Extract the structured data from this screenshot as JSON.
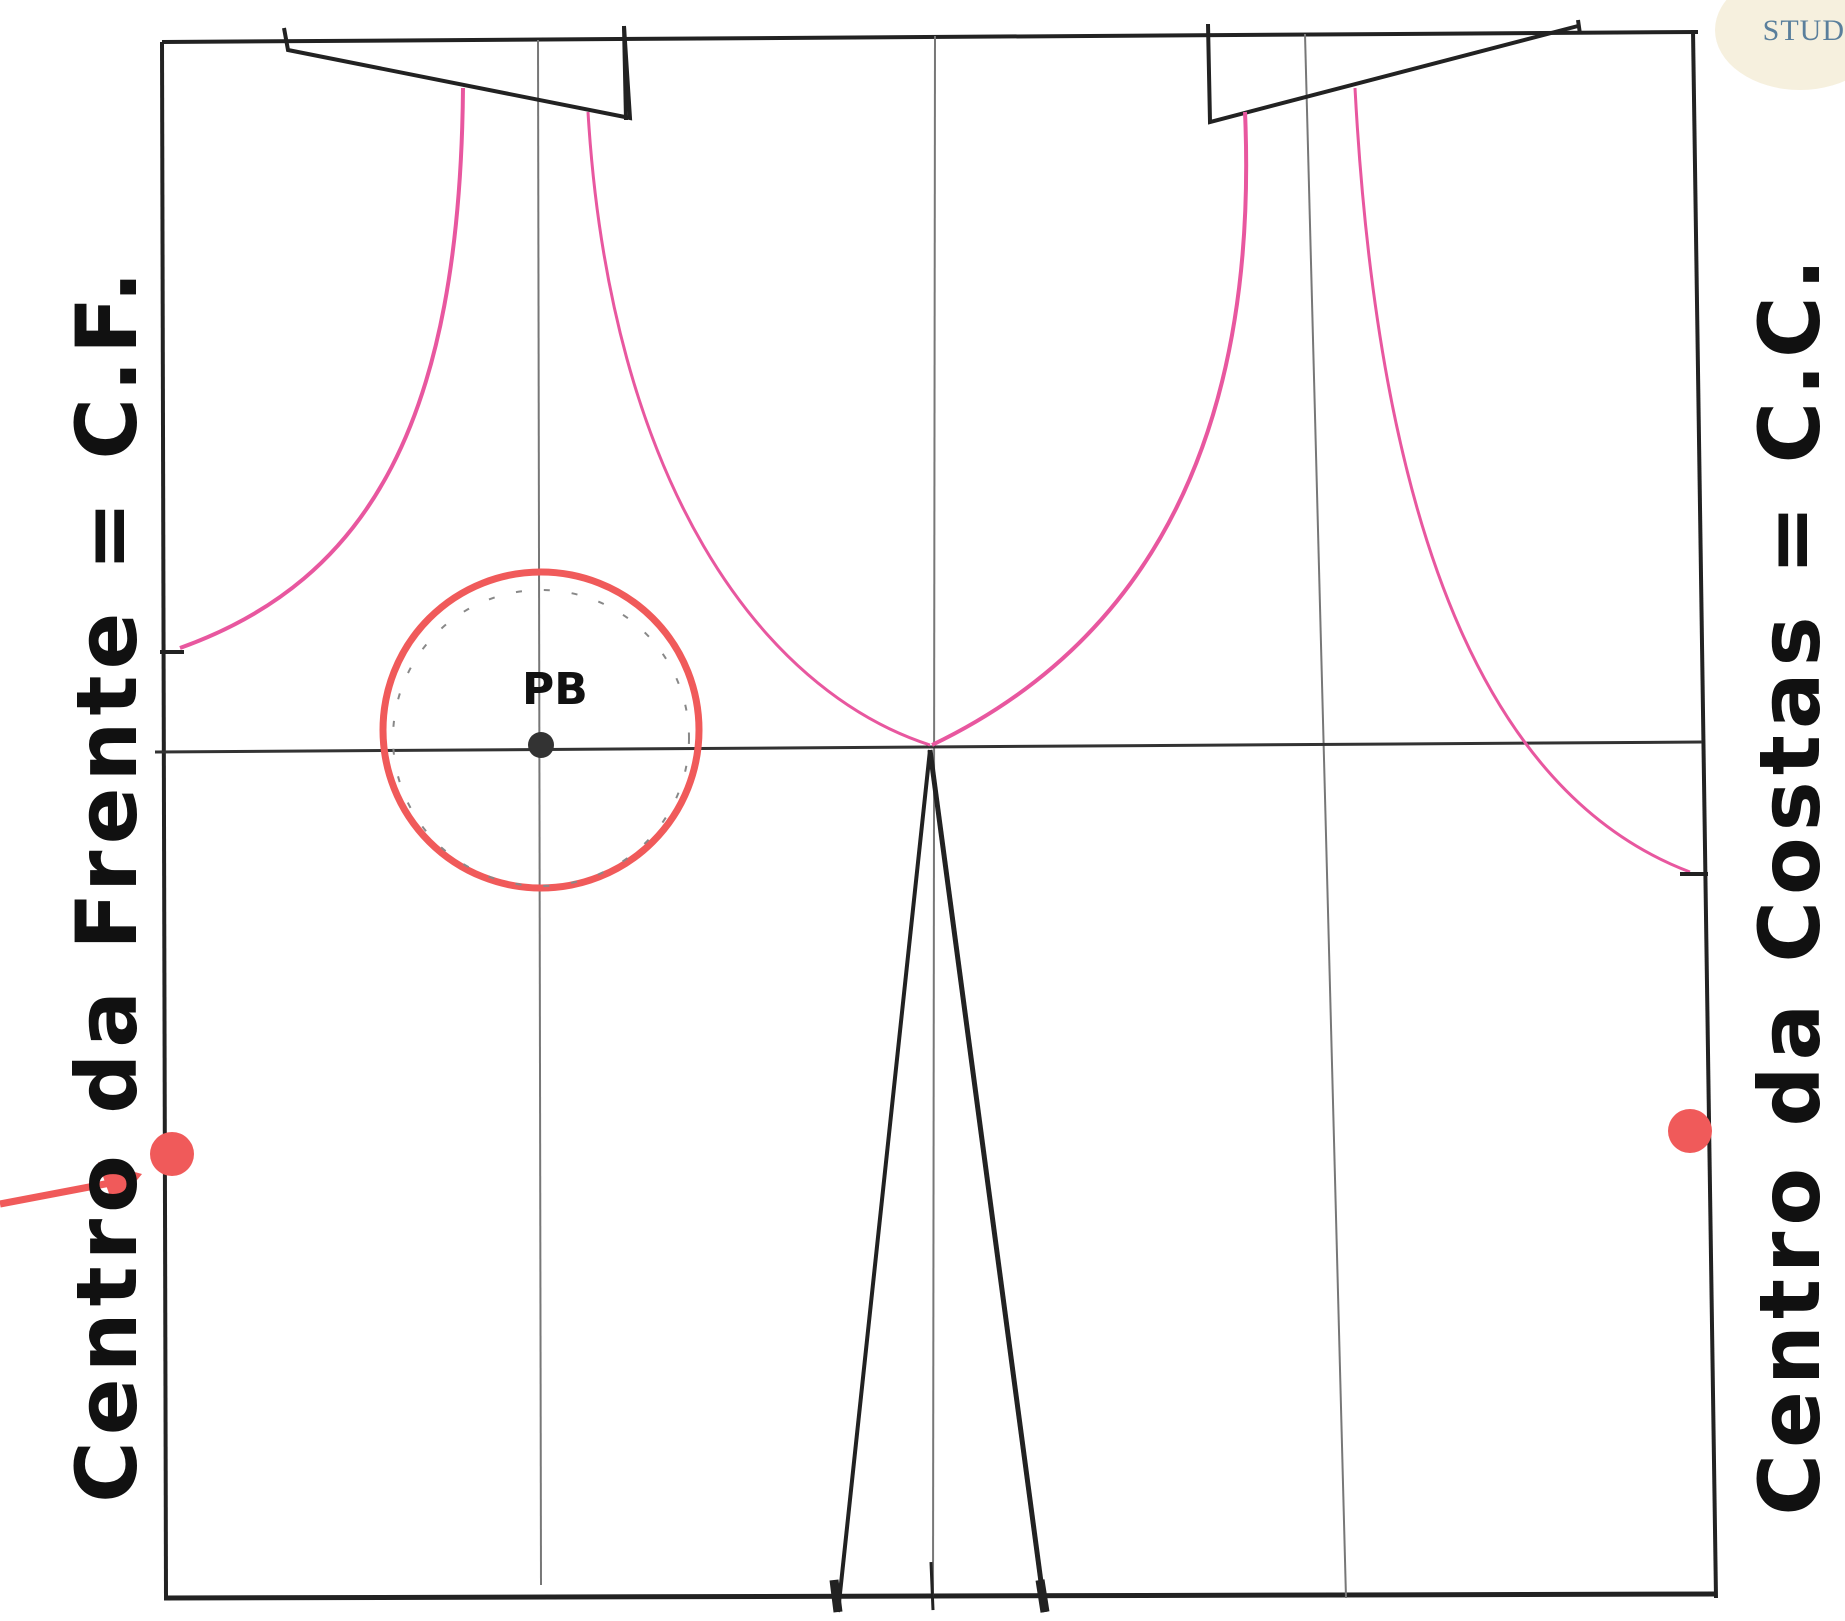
{
  "labels": {
    "left": "Centro da Frente = C.F.",
    "right": "Centro da Costas = C.C.",
    "point": "PB",
    "badge": "STUD"
  },
  "colors": {
    "line": "#222222",
    "guide": "#777777",
    "curve": "#e8579f",
    "highlight": "#f05a5a",
    "badge_bg": "#f6f0de",
    "badge_text": "#5a7f9c"
  }
}
